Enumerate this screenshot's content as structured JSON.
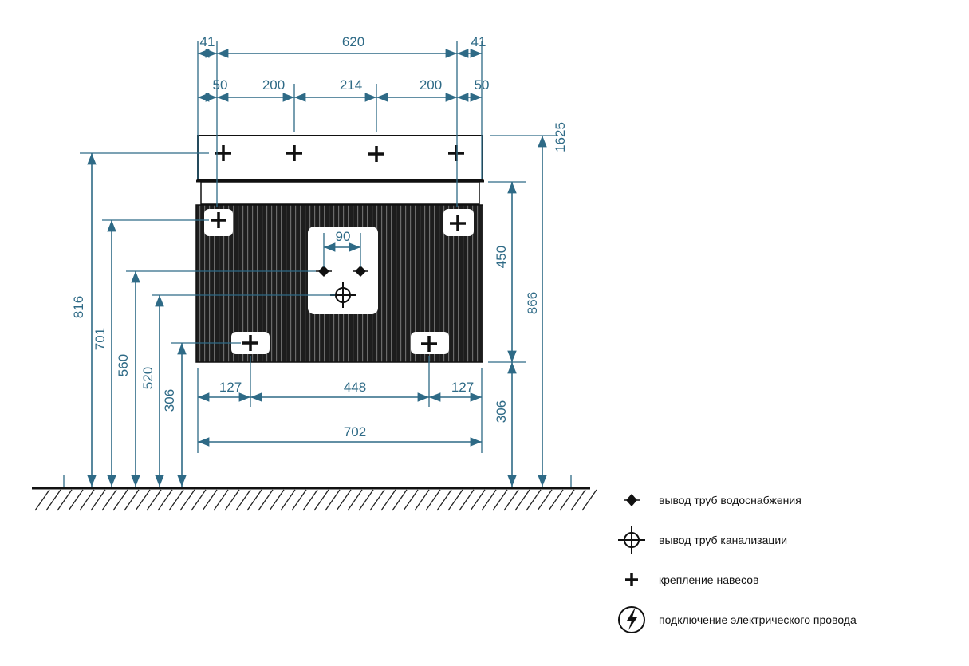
{
  "dims": {
    "top_left_offset": "41",
    "top_center": "620",
    "top_right_offset": "41",
    "tap_left_margin": "50",
    "tap_spacing_left": "200",
    "tap_spacing_center": "214",
    "tap_spacing_right": "200",
    "tap_right_margin": "50",
    "drain_spacing": "90",
    "height_top_upper": "1625",
    "height_left_outer": "816",
    "height_left_mount": "701",
    "height_water_supply": "560",
    "height_drain": "520",
    "height_bottom_mount_left": "306",
    "height_cabinet": "450",
    "height_mount_right": "866",
    "height_bottom_right": "306",
    "bottom_left": "127",
    "bottom_center": "448",
    "bottom_right": "127",
    "bottom_total": "702"
  },
  "legend": [
    {
      "icon": "water-supply-icon",
      "label": "вывод труб водоснабжения"
    },
    {
      "icon": "sewer-outlet-icon",
      "label": "вывод труб канализации"
    },
    {
      "icon": "mount-icon",
      "label": "крепление навесов"
    },
    {
      "icon": "electric-icon",
      "label": "подключение электрического провода"
    }
  ],
  "colors": {
    "dimension": "#2e6a86",
    "cabinet": "#1c1c1c",
    "symbol": "#111111"
  }
}
